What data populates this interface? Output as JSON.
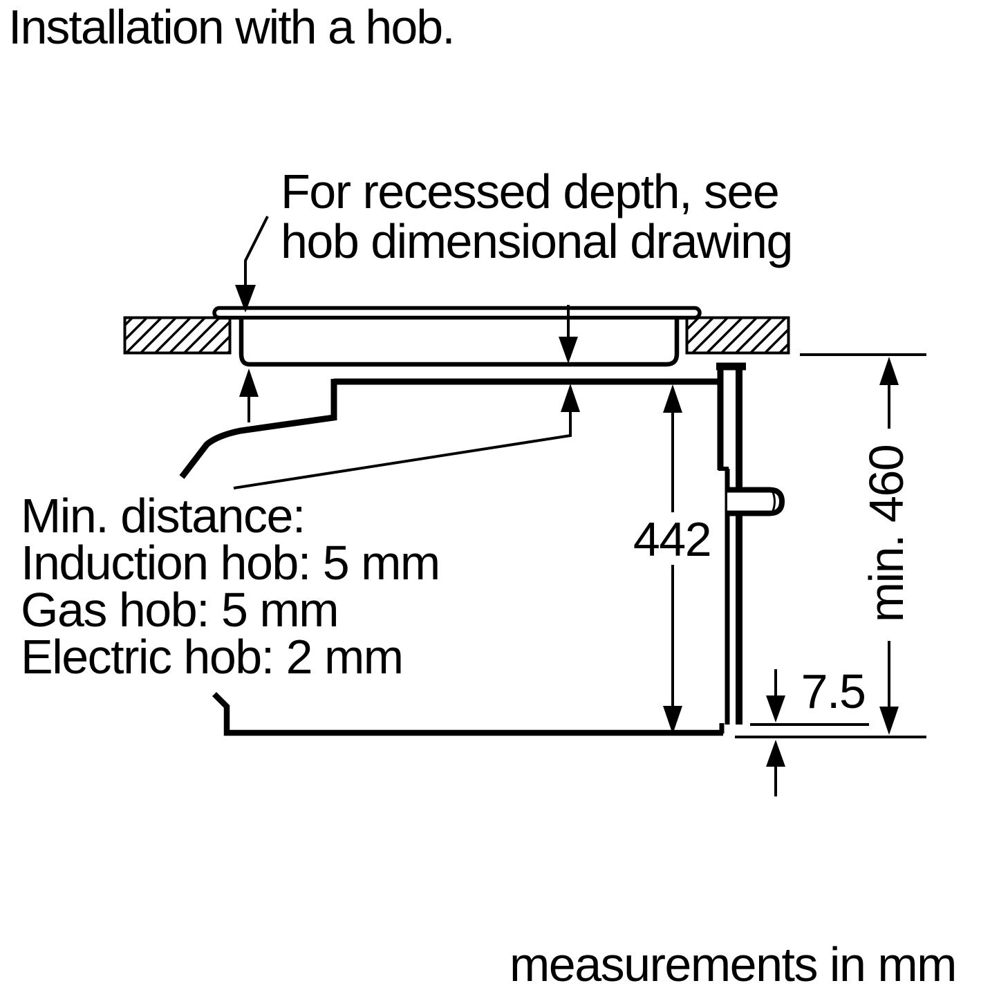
{
  "title": "Installation with a hob.",
  "footer_note": "measurements in mm",
  "callouts": {
    "recessed_depth_line1": "For recessed depth, see",
    "recessed_depth_line2": "hob dimensional drawing",
    "min_distance_heading": "Min. distance:",
    "min_distance_items": [
      "Induction hob: 5 mm",
      "Gas hob: 5 mm",
      "Electric hob: 2 mm"
    ]
  },
  "dimensions": {
    "oven_height_mm": "442",
    "niche_height_min": "min. 460",
    "door_bottom_gap_mm": "7.5"
  },
  "colors": {
    "ink": "#000000",
    "paper": "#ffffff"
  }
}
